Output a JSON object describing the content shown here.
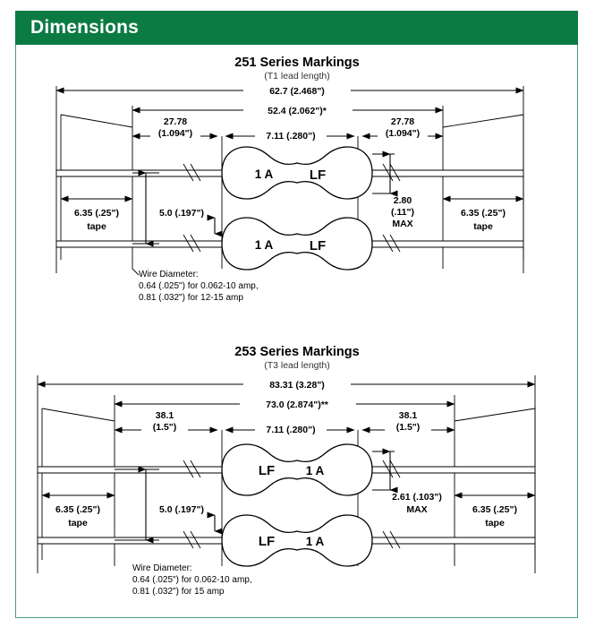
{
  "header": {
    "title": "Dimensions",
    "bg_color": "#0b7a43",
    "text_color": "#ffffff",
    "border_color": "#4a9b7f"
  },
  "sections": [
    {
      "id": "251",
      "title": "251 Series Markings",
      "subtitle": "(T1 lead length)",
      "overall": "62.7 (2.468\")",
      "inner": "52.4 (2.062\")*",
      "lead_left": {
        "line1": "27.78",
        "line2": "(1.094\")"
      },
      "lead_right": {
        "line1": "27.78",
        "line2": "(1.094\")"
      },
      "body_length": "7.11 (.280\")",
      "body_height": {
        "line1": "2.80",
        "line2": "(.11\")",
        "line3": "MAX"
      },
      "tape_left": {
        "line1": "6.35 (.25\")",
        "line2": "tape"
      },
      "tape_right": {
        "line1": "6.35 (.25\")",
        "line2": "tape"
      },
      "pitch": "5.0 (.197\")",
      "marking_rating": "1 A",
      "marking_logo": "LF",
      "marking_order": "rating-first",
      "wire_note": [
        "Wire Diameter:",
        "0.64 (.025\") for 0.062-10 amp,",
        "0.81 (.032\") for 12-15 amp"
      ]
    },
    {
      "id": "253",
      "title": "253 Series Markings",
      "subtitle": "(T3 lead length)",
      "overall": "83.31 (3.28\")",
      "inner": "73.0 (2.874\")**",
      "lead_left": {
        "line1": "38.1",
        "line2": "(1.5\")"
      },
      "lead_right": {
        "line1": "38.1",
        "line2": "(1.5\")"
      },
      "body_length": "7.11 (.280\")",
      "body_height": {
        "line1": "2.61 (.103\")",
        "line2": "MAX",
        "line3": ""
      },
      "tape_left": {
        "line1": "6.35 (.25\")",
        "line2": "tape"
      },
      "tape_right": {
        "line1": "6.35 (.25\")",
        "line2": "tape"
      },
      "pitch": "5.0 (.197\")",
      "marking_rating": "1 A",
      "marking_logo": "LF",
      "marking_order": "logo-first",
      "wire_note": [
        "Wire Diameter:",
        "0.64 (.025\") for 0.062-10 amp,",
        "0.81 (.032\") for 15 amp"
      ]
    }
  ]
}
